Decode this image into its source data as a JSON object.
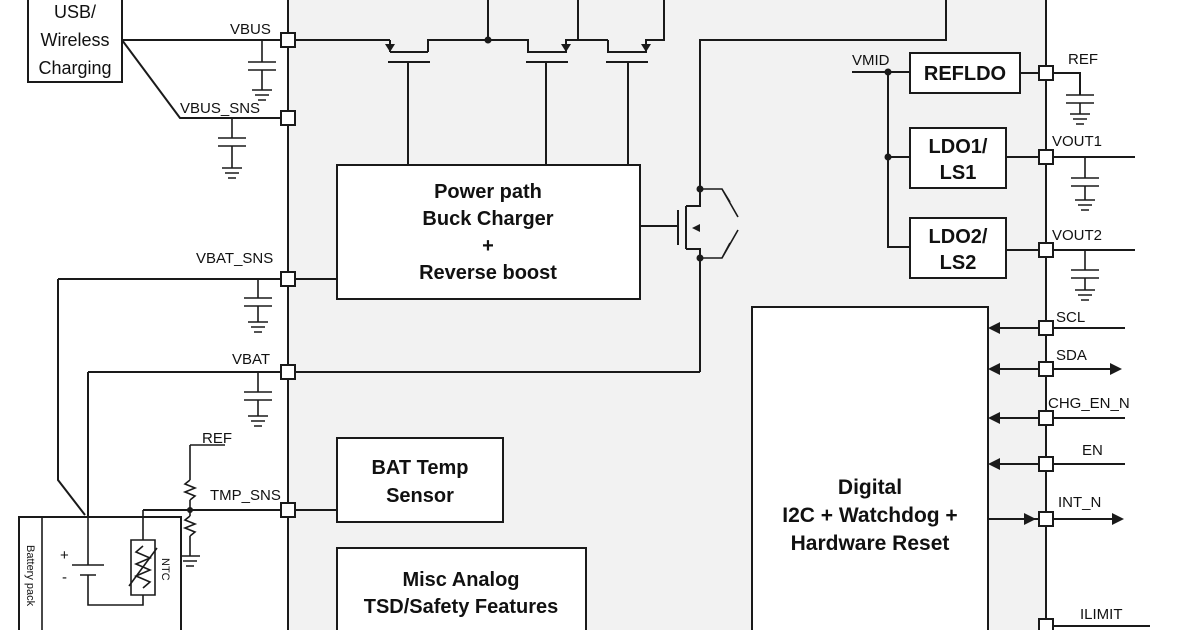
{
  "source": {
    "line1": "USB/",
    "line2": "Wireless",
    "line3": "Charging"
  },
  "blocks": {
    "charger": {
      "line1": "Power path",
      "line2": "Buck Charger",
      "line3": "+",
      "line4": "Reverse boost"
    },
    "temp_sensor": {
      "line1": "BAT Temp",
      "line2": "Sensor"
    },
    "misc": {
      "line1": "Misc Analog",
      "line2": "TSD/Safety Features"
    },
    "digital": {
      "line1": "Digital",
      "line2": "I2C + Watchdog +",
      "line3": "Hardware Reset"
    },
    "refldo": "REFLDO",
    "ldo1": {
      "line1": "LDO1/",
      "line2": "LS1"
    },
    "ldo2": {
      "line1": "LDO2/",
      "line2": "LS2"
    }
  },
  "pins": {
    "vbus": "VBUS",
    "vbus_sns": "VBUS_SNS",
    "vbat_sns": "VBAT_SNS",
    "vbat": "VBAT",
    "tmp_sns": "TMP_SNS",
    "ref_left": "REF",
    "vmid": "VMID",
    "ref_right": "REF",
    "vout1": "VOUT1",
    "vout2": "VOUT2",
    "scl": "SCL",
    "sda": "SDA",
    "chg_en_n": "CHG_EN_N",
    "en": "EN",
    "int_n": "INT_N",
    "ilimit": "ILIMIT"
  },
  "battery": {
    "label": "Battery pack",
    "ntc": "NTC",
    "plus": "+",
    "minus": "-"
  }
}
